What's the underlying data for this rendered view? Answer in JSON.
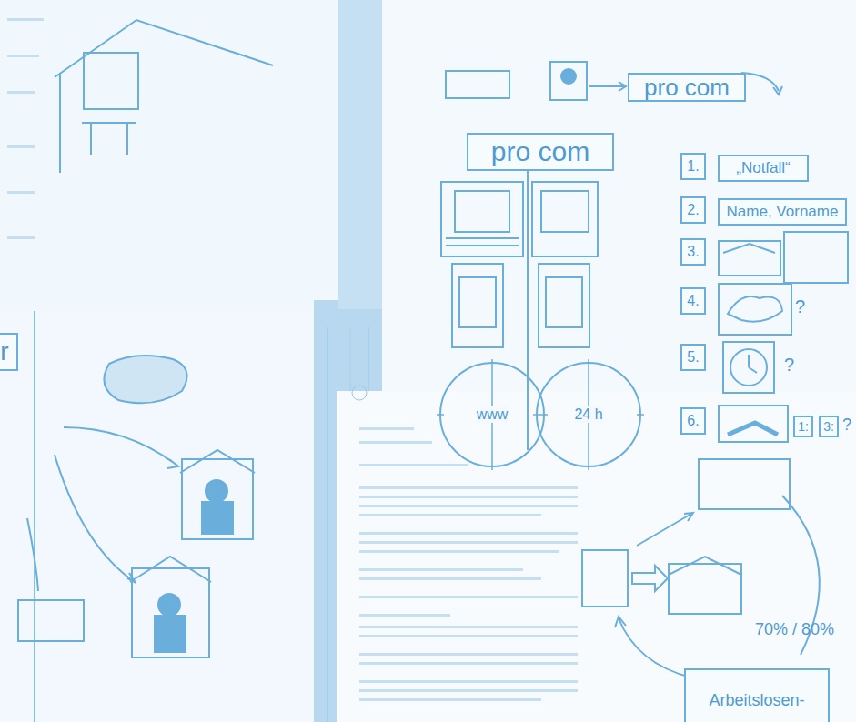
{
  "diagram": {
    "nodes": [
      {
        "text": [
          "pro com"
        ]
      },
      {
        "text": [
          "pro com"
        ]
      },
      {
        "text": [
          "www"
        ]
      },
      {
        "text": [
          "24 h"
        ]
      },
      {
        "text": [
          "1."
        ]
      },
      {
        "text": [
          "„Notfall“"
        ]
      },
      {
        "text": [
          "2."
        ]
      },
      {
        "text": [
          "Name, Vorname"
        ]
      },
      {
        "text": [
          "3."
        ]
      },
      {
        "text": [
          "4."
        ]
      },
      {
        "text": [
          "5."
        ]
      },
      {
        "text": [
          "6."
        ]
      },
      {
        "text": [
          "1:"
        ]
      },
      {
        "text": [
          "3:"
        ]
      },
      {
        "text": [
          "Arbeitslosen-"
        ]
      },
      {
        "text": [
          "r"
        ]
      }
    ],
    "labels": [
      "?",
      "?",
      "?",
      "70% / 80%"
    ]
  }
}
